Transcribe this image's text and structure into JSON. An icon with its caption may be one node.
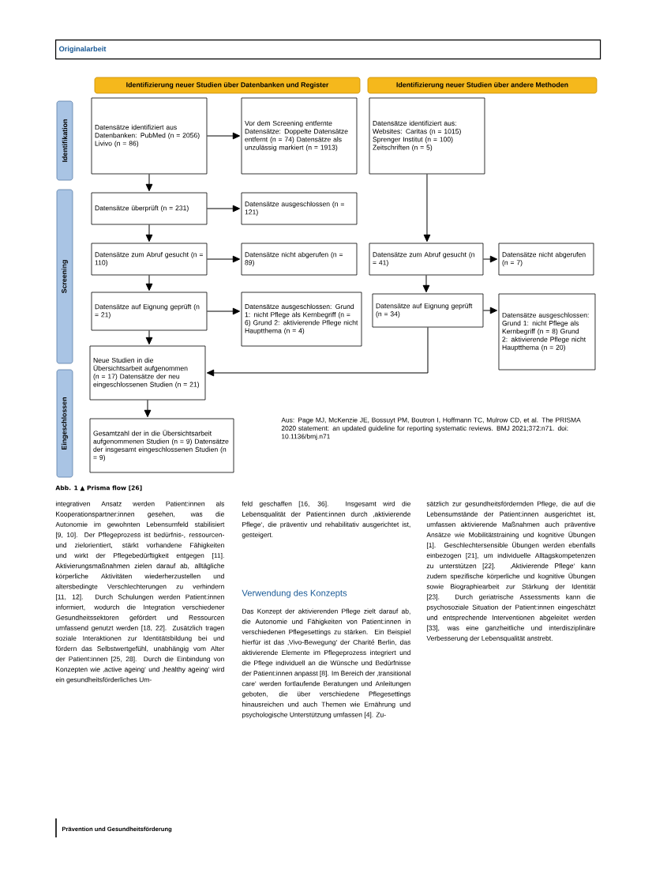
{
  "diagram": {
    "caption": "Abb. 1 ▲ Prisma flow [26]",
    "nodes": [
      {
        "text": [
          "Identifizierung neuer Studien über Datenbanken und Register"
        ]
      },
      {
        "text": [
          "Identifizierung neuer Studien über andere Methoden"
        ]
      },
      {
        "text": [
          "Identifikation"
        ]
      },
      {
        "text": [
          "Screening"
        ]
      },
      {
        "text": [
          "Eingeschlossen"
        ]
      },
      {
        "text": [
          "Datensätze identifiziert aus Datenbanken: PubMed (n = 2056) Livivo (n = 86)"
        ]
      },
      {
        "text": [
          "Vor dem Screening entfernte Datensätze: Doppelte Datensätze entfernt (n = 74) Datensätze als unzulässig markiert (n = 1913)"
        ]
      },
      {
        "text": [
          "Datensätze identifiziert aus: Websites: Caritas (n = 1015) Sprenger Institut (n = 100) Zeitschriften (n = 5)"
        ]
      },
      {
        "text": [
          "Datensätze überprüft (n = 231)"
        ]
      },
      {
        "text": [
          "Datensätze ausgeschlossen (n = 121)"
        ]
      },
      {
        "text": [
          "Datensätze zum Abruf gesucht (n = 110)"
        ]
      },
      {
        "text": [
          "Datensätze nicht abgerufen (n = 89)"
        ]
      },
      {
        "text": [
          "Datensätze zum Abruf gesucht (n = 41)"
        ]
      },
      {
        "text": [
          "Datensätze nicht abgerufen (n = 7)"
        ]
      },
      {
        "text": [
          "Datensätze auf Eignung geprüft (n = 21)"
        ]
      },
      {
        "text": [
          "Datensätze ausgeschlossen: Grund 1: nicht Pflege als Kernbegriff (n = 6) Grund 2: aktivierende Pflege nicht Hauptthema (n = 4)"
        ]
      },
      {
        "text": [
          "Datensätze auf Eignung geprüft (n = 34)"
        ]
      },
      {
        "text": [
          "Datensätze ausgeschlossen: Grund 1: nicht Pflege als Kernbegriff (n = 8) Grund 2: aktivierende Pflege nicht Hauptthema (n = 20)"
        ]
      },
      {
        "text": [
          "Neue Studien in die Übersichtsarbeit aufgenommen (n = 17) Datensätze der neu eingeschlossenen Studien (n = 21)"
        ]
      },
      {
        "text": [
          "Gesamtzahl der in die Übersichtsarbeit aufgenommenen Studien (n = 9) Datensätze der insgesamt eingeschlossenen Studien (n = 9)"
        ]
      }
    ],
    "edges": [
      {
        "from": 5,
        "to": 6,
        "arrow": "to"
      },
      {
        "from": 5,
        "to": 8,
        "arrow": "to"
      },
      {
        "from": 8,
        "to": 9,
        "arrow": "to"
      },
      {
        "from": 8,
        "to": 10,
        "arrow": "to"
      },
      {
        "from": 10,
        "to": 11,
        "arrow": "to"
      },
      {
        "from": 10,
        "to": 14,
        "arrow": "to"
      },
      {
        "from": 14,
        "to": 15,
        "arrow": "to"
      },
      {
        "from": 14,
        "to": 18,
        "arrow": "to"
      },
      {
        "from": 18,
        "to": 19,
        "arrow": "to"
      },
      {
        "from": 7,
        "to": 12,
        "arrow": "to"
      },
      {
        "from": 12,
        "to": 13,
        "arrow": "to"
      },
      {
        "from": 12,
        "to": 16,
        "arrow": "to"
      },
      {
        "from": 16,
        "to": 17,
        "arrow": "to"
      },
      {
        "from": 16,
        "to": 18,
        "arrow": "to"
      }
    ],
    "labels": [
      "Originalarbeit",
      "Aus: Page MJ, McKenzie JE, Bossuyt PM, Boutron I, Hoffmann TC, Mulrow CD, et al. The PRISMA 2020 statement: an updated guideline for reporting systematic reviews. BMJ 2021;372:n71. doi: 10.1136/bmj.n71",
      "integrativen Ansatz werden Patient:innen als Kooperationspartner:innen gesehen, was die Autonomie im gewohnten Lebensumfeld stabilisiert [9, 10]. Der Pflegeprozess ist bedürfnis-, ressourcen- und zielorientiert, stärkt vorhandene Fähigkeiten und wirkt der Pflegebedürftigkeit entgegen [11]. Aktivierungsmaßnahmen zielen darauf ab, alltägliche körperliche Aktivitäten wiederherzustellen und altersbedingte Verschlechterungen zu verhindern [11, 12]. Durch Schulungen werden Patient:innen informiert, wodurch die Integration verschiedener Gesundheitssektoren gefördert und Ressourcen umfassend genutzt werden [18, 22]. Zusätzlich tragen soziale Interaktionen zur Identitätsbildung bei und fördern das Selbstwertgefühl, unabhängig vom Alter der Patient:innen [25, 28]. Durch die Einbindung von Konzepten wie ‚active ageing‘ und ‚healthy ageing‘ wird ein gesundheitsförderliches Um-",
      "feld geschaffen [16, 36]. Insgesamt wird die Lebensqualität der Patient:innen durch ‚aktivierende Pflege‘, die präventiv und rehabilitativ ausgerichtet ist, gesteigert.",
      "Verwendung des Konzepts",
      "Das Konzept der aktivierenden Pflege zielt darauf ab, die Autonomie und Fähigkeiten von Patient:innen in verschiedenen Pflegesettings zu stärken. Ein Beispiel hierfür ist das ‚Vivo-Bewegung‘ der Charité Berlin, das aktivierende Elemente im Pflegeprozess integriert und die Pflege individuell an die Wünsche und Bedürfnisse der Patient:innen anpasst [8]. Im Bereich der ‚transitional care‘ werden fortlaufende Beratungen und Anleitungen geboten, die über verschiedene Pflegesettings hinausreichen und auch Themen wie Ernährung und psychologische Unterstützung umfassen [4]. Zu-",
      "sätzlich zur gesundheitsfördernden Pflege, die auf die Lebensumstände der Patient:innen ausgerichtet ist, umfassen aktivierende Maßnahmen auch präventive Ansätze wie Mobilitätstraining und kognitive Übungen [1]. Geschlechtersensible Übungen werden ebenfalls einbezogen [21], um individuelle Alltagskompetenzen zu unterstützen [22]. ‚Aktivierende Pflege‘ kann zudem spezifische körperliche und kognitive Übungen sowie Biographiearbeit zur Stärkung der Identität [23]. Durch geriatrische Assessments kann die psychosoziale Situation der Patient:innen eingeschätzt und entsprechende Interventionen abgeleitet werden [33], was eine ganzheitliche und interdisziplinäre Verbesserung der Lebensqualität anstrebt.",
      "Prävention und Gesundheitsförderung"
    ]
  }
}
